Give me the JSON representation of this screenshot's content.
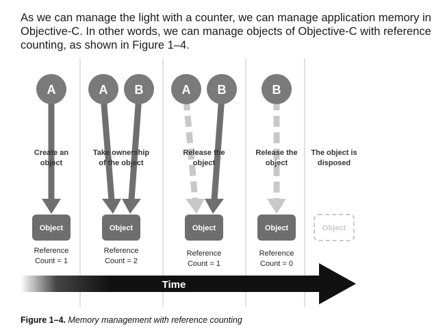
{
  "intro_text": "As we can manage the light with a counter, we can manage application memory in Objective-C. In other words, we can manage objects of Objective-C with reference counting, as shown in Figure 1–4.",
  "stages": [
    {
      "steps": [
        "Create an",
        "object"
      ],
      "object_label": "Object",
      "count": [
        "Reference",
        "Count = 1"
      ]
    },
    {
      "steps": [
        "Take ownership",
        "of the object"
      ],
      "object_label": "Object",
      "count": [
        "Reference",
        "Count = 2"
      ]
    },
    {
      "steps": [
        "Release the",
        "object"
      ],
      "object_label": "Object",
      "count": [
        "Reference",
        "Count = 1"
      ]
    },
    {
      "steps": [
        "Release the",
        "object"
      ],
      "object_label": "Object",
      "count": [
        "Reference",
        "Count = 0"
      ]
    },
    {
      "steps": [
        "The object is",
        "disposed"
      ],
      "object_label": "Object",
      "count": []
    }
  ],
  "owner_a": "A",
  "owner_b": "B",
  "time_label": "Time",
  "caption": {
    "label": "Figure 1–4.",
    "text": "Memory management with reference counting"
  },
  "colors": {
    "circle": "#7a7a7a",
    "object_box": "#6e6e6e",
    "arrow_dark": "#6f6f6f",
    "arrow_light": "#c8c8c8",
    "divider": "#d8d8d8",
    "time_arrow": "#111111"
  }
}
